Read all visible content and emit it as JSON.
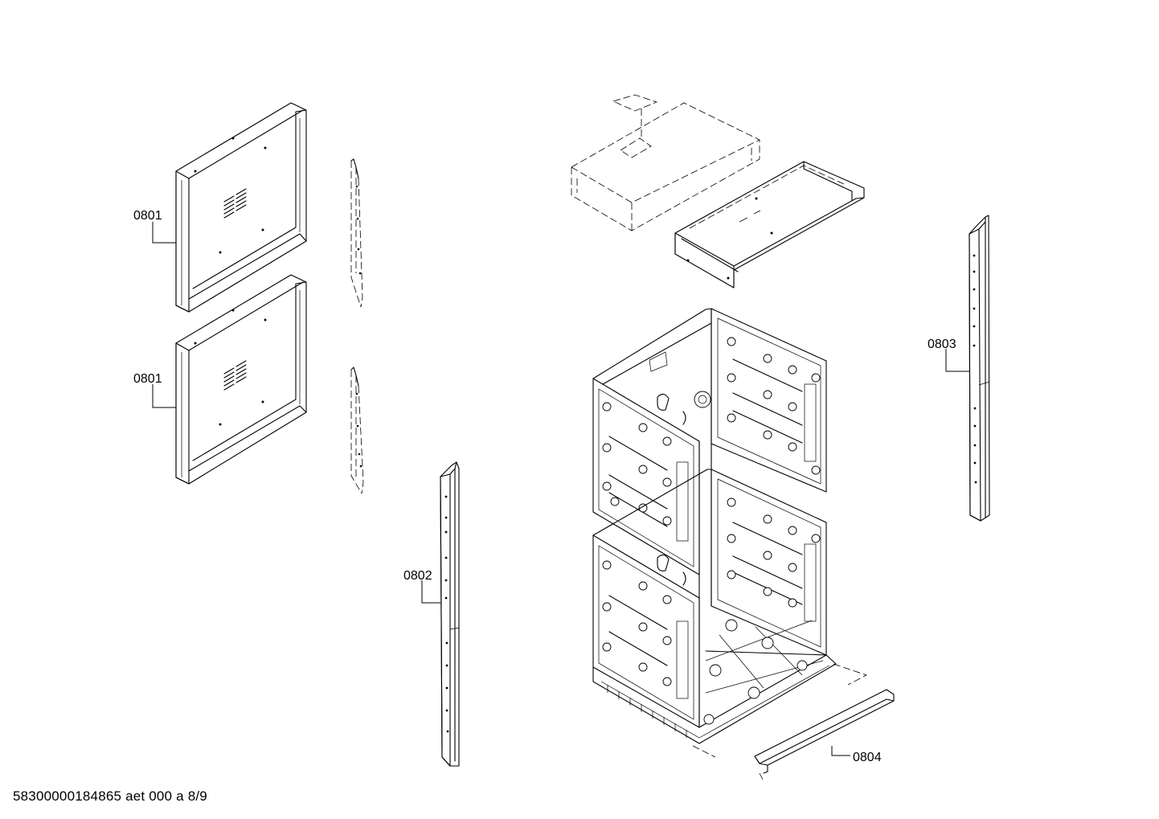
{
  "callouts": {
    "c0801_upper": "0801",
    "c0801_lower": "0801",
    "c0802": "0802",
    "c0803": "0803",
    "c0804": "0804"
  },
  "footer": {
    "document_code": "58300000184865 aet 000 a 8/9"
  }
}
